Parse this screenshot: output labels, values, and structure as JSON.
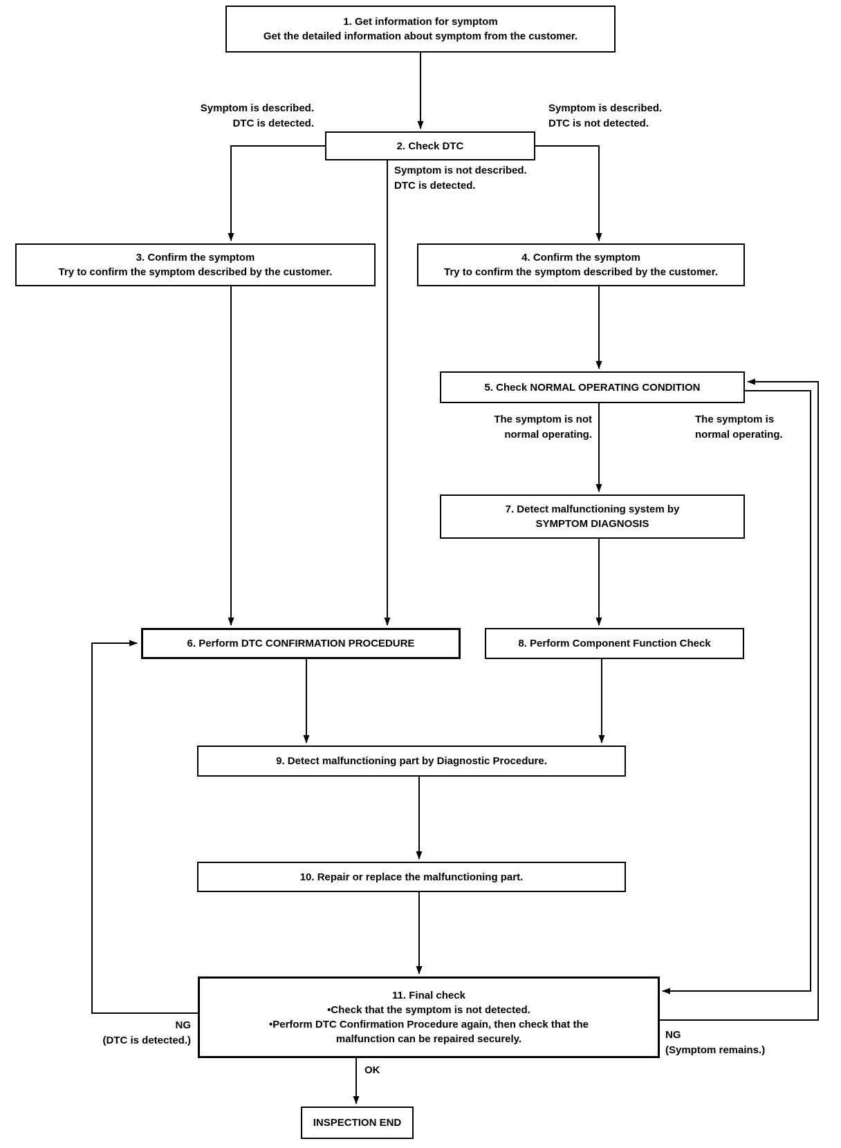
{
  "nodes": {
    "n1": {
      "lines": [
        "1. Get information for symptom",
        "Get the detailed information about symptom from the customer."
      ]
    },
    "n2": {
      "lines": [
        "2. Check DTC"
      ]
    },
    "n3": {
      "lines": [
        "3. Confirm the symptom",
        "Try to confirm the symptom described by the customer."
      ]
    },
    "n4": {
      "lines": [
        "4. Confirm the symptom",
        "Try to confirm the symptom described by the customer."
      ]
    },
    "n5": {
      "lines": [
        "5. Check NORMAL OPERATING CONDITION"
      ]
    },
    "n6": {
      "lines": [
        "6. Perform DTC CONFIRMATION PROCEDURE"
      ]
    },
    "n7": {
      "lines": [
        "7. Detect malfunctioning system by",
        "SYMPTOM DIAGNOSIS"
      ]
    },
    "n8": {
      "lines": [
        "8. Perform Component Function Check"
      ]
    },
    "n9": {
      "lines": [
        "9. Detect malfunctioning part by Diagnostic Procedure."
      ]
    },
    "n10": {
      "lines": [
        "10. Repair or replace the malfunctioning part."
      ]
    },
    "n11": {
      "lines": [
        "11. Final check",
        "•Check that the symptom is not detected.",
        "•Perform DTC Confirmation Procedure again, then check that the",
        "malfunction can be repaired securely."
      ]
    },
    "n12": {
      "lines": [
        "INSPECTION END"
      ]
    }
  },
  "edge_labels": {
    "left_of_check_dtc": {
      "lines": [
        "Symptom is described.",
        "DTC is detected."
      ]
    },
    "right_of_check_dtc": {
      "lines": [
        "Symptom is described.",
        "DTC is not detected."
      ]
    },
    "below_check_dtc": {
      "lines": [
        "Symptom is not described.",
        "DTC is detected."
      ]
    },
    "normal_condition_no": {
      "lines": [
        "The symptom is not",
        "normal operating."
      ]
    },
    "normal_condition_yes": {
      "lines": [
        "The symptom is",
        "normal operating."
      ]
    },
    "ng_dtc_detected": {
      "lines": [
        "NG",
        "(DTC is detected.)"
      ]
    },
    "ng_symptom_remains": {
      "lines": [
        "NG",
        "(Symptom remains.)"
      ]
    },
    "ok": "OK"
  },
  "colors": {
    "line": "#000000",
    "background": "#ffffff",
    "text": "#000000"
  }
}
